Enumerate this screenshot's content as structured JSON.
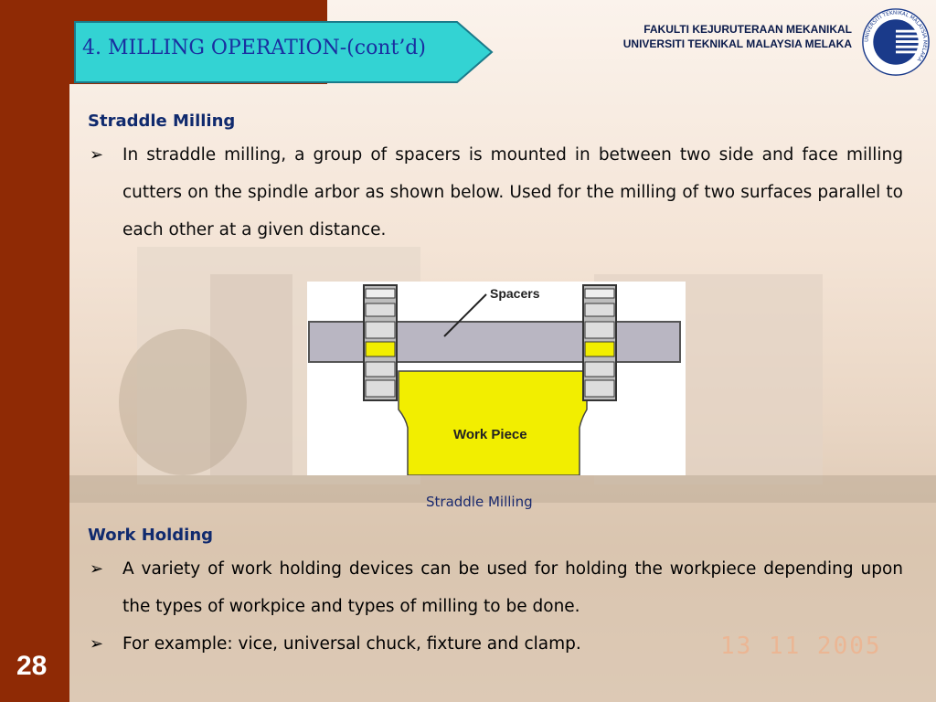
{
  "header": {
    "title": "4. MILLING OPERATION-(cont’d)",
    "faculty": "FAKULTI KEJURUTERAAN MEKANIKAL",
    "university": "UNIVERSITI TEKNIKAL MALAYSIA MELAKA",
    "logo_ring_text": "UNIVERSITI TEKNIKAL MALAYSIA MELAKA"
  },
  "section1": {
    "heading": "Straddle Milling",
    "bullets": [
      "In straddle milling, a group of spacers is mounted in between two side and face milling cutters on the spindle arbor as shown below. Used for the milling of two surfaces parallel to each other at a given distance."
    ]
  },
  "figure": {
    "spacers_label": "Spacers",
    "workpiece_label": "Work Piece",
    "caption": "Straddle Milling"
  },
  "section2": {
    "heading": "Work Holding",
    "bullets": [
      "A variety of work holding devices can be used for holding the workpiece depending upon the types of workpice and types of milling to be done.",
      "For example: vice, universal chuck, fixture and clamp."
    ]
  },
  "footer": {
    "slide_number": "28",
    "date_stamp": "13 11 2005"
  },
  "colors": {
    "sidebar": "#8f2a05",
    "banner": "#33d3d3",
    "heading": "#102a6e",
    "workpiece": "#f2ee00"
  }
}
